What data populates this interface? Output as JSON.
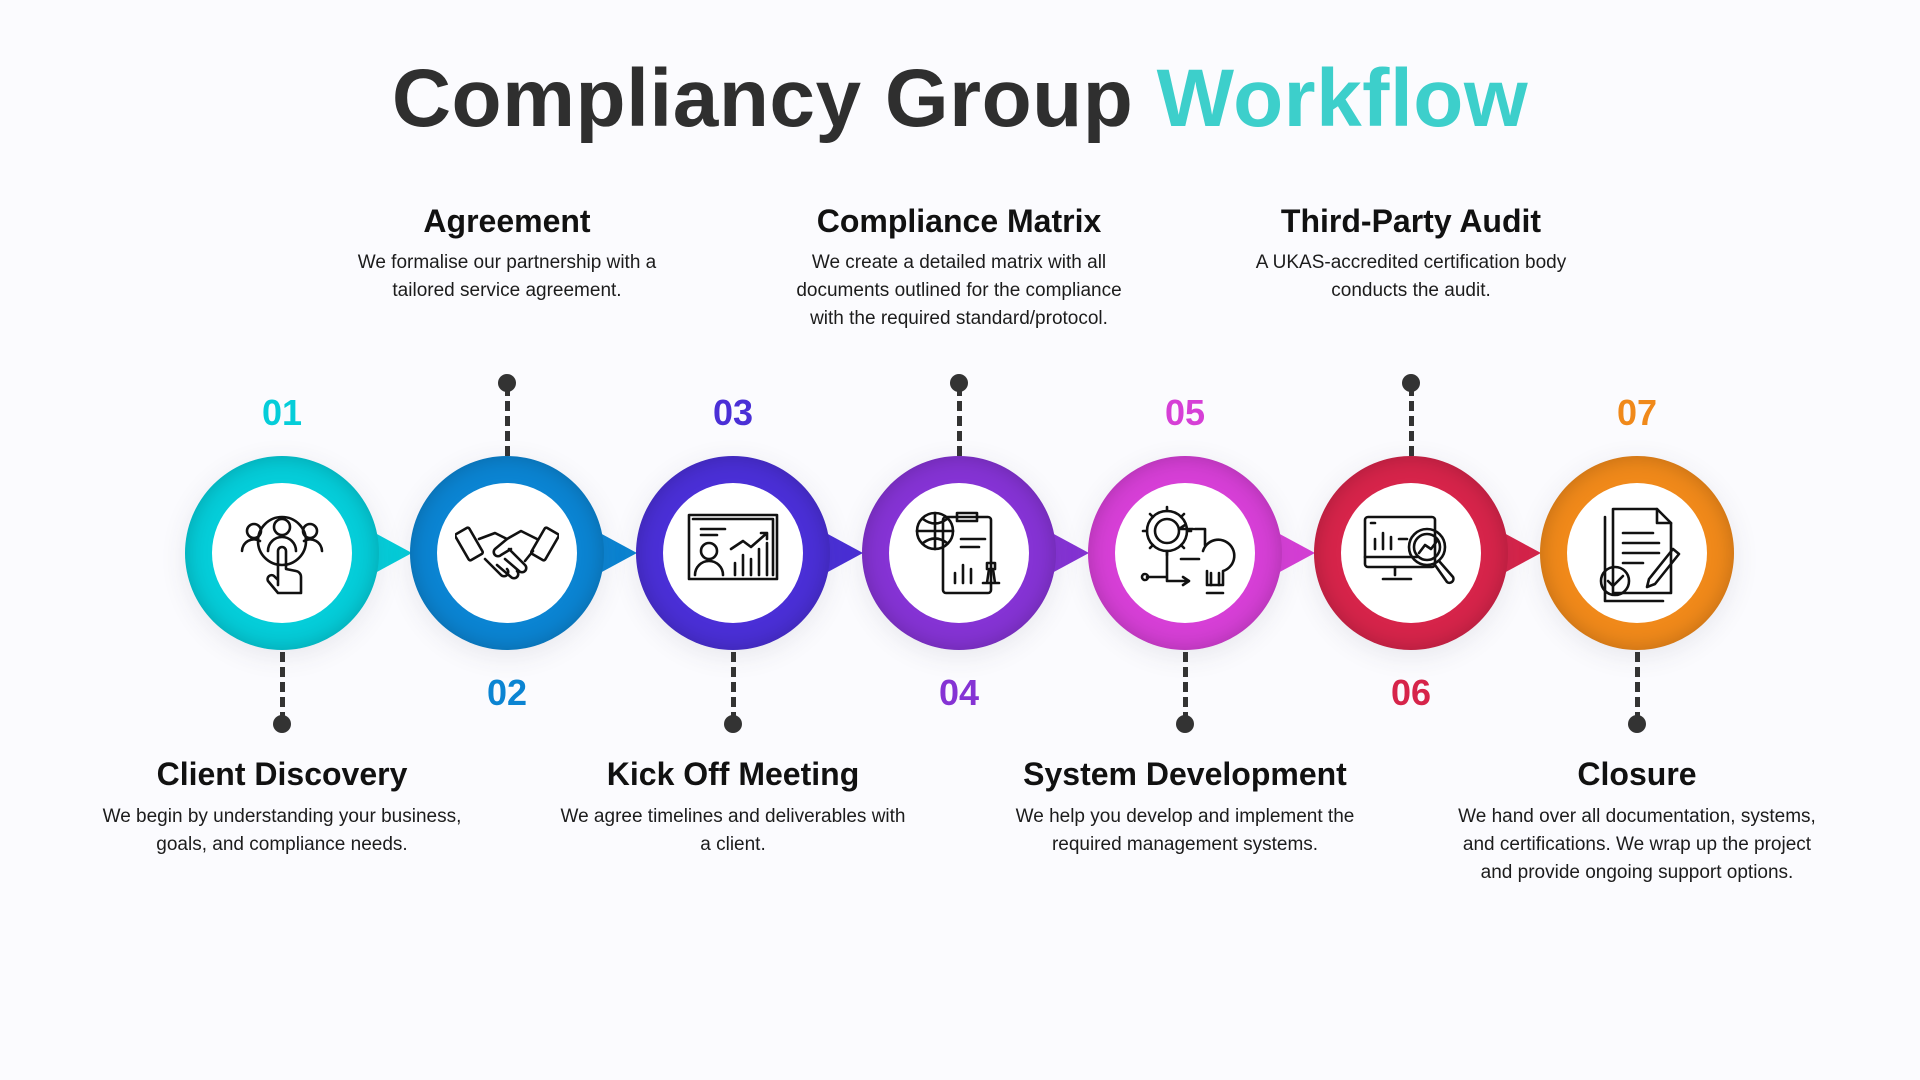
{
  "title": {
    "main": "Compliancy Group",
    "accent": "Workflow"
  },
  "colors": {
    "accent": "#3dcfcb",
    "connector": "#333333"
  },
  "steps": [
    {
      "number": "01",
      "heading": "Client Discovery",
      "description": "We begin by understanding your business, goals, and compliance needs.",
      "color": "#05cdd9",
      "icon": "user-select-icon"
    },
    {
      "number": "02",
      "heading": "Agreement",
      "description": "We formalise our partnership with a tailored service agreement.",
      "color": "#0b84d2",
      "icon": "handshake-icon"
    },
    {
      "number": "03",
      "heading": "Kick Off Meeting",
      "description": "We agree timelines and deliverables with a client.",
      "color": "#4a2fd6",
      "icon": "presentation-icon"
    },
    {
      "number": "04",
      "heading": "Compliance Matrix",
      "description": "We create a detailed matrix with all documents outlined for the compliance with the required standard/protocol.",
      "color": "#8533d4",
      "icon": "strategy-clipboard-icon"
    },
    {
      "number": "05",
      "heading": "System Development",
      "description": "We help you develop and implement the required management systems.",
      "color": "#d63fd6",
      "icon": "gear-lightbulb-icon"
    },
    {
      "number": "06",
      "heading": "Third-Party Audit",
      "description": "A UKAS-accredited certification body conducts the audit.",
      "color": "#d6244a",
      "icon": "monitor-magnifier-icon"
    },
    {
      "number": "07",
      "heading": "Closure",
      "description": "We hand over all documentation, systems, and certifications. We wrap up the project and provide ongoing support options.",
      "color": "#f0891a",
      "icon": "document-check-icon"
    }
  ]
}
